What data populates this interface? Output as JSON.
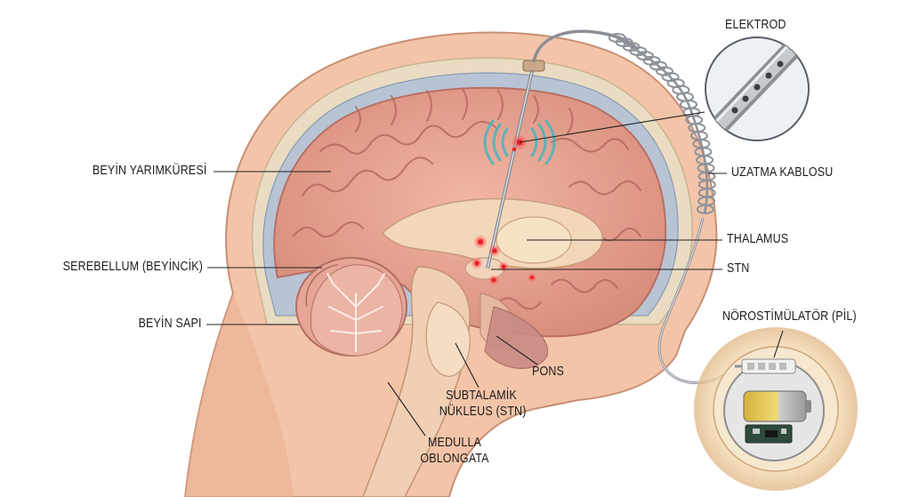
{
  "labels": {
    "electrode": "ELEKTROD",
    "hemisphere": "BEYİN YARIMKÜRESİ",
    "extension_cable": "UZATMA KABLOSU",
    "thalamus": "THALAMUS",
    "cerebellum": "SEREBELLUM (BEYİNCİK)",
    "stn": "STN",
    "brainstem": "BEYİN SAPI",
    "neurostimulator": "NÖROSTİMÜLATÖR (PİL)",
    "pons": "PONS",
    "subthalamic_line1": "SUBTALAMİK",
    "subthalamic_line2": "NÜKLEUS (STN)",
    "medulla_line1": "MEDULLA",
    "medulla_line2": "OBLONGATA"
  },
  "colors": {
    "skin": "#f3c4a8",
    "skin_dark": "#e9a98a",
    "skull": "#eadcc2",
    "dura": "#b8c4d4",
    "brain": "#e8a08e",
    "brain_dark": "#c97a6e",
    "deep_structure": "#f3d7bb",
    "stimulation_point": "#e8202a",
    "signal_wave": "#3bb6c4"
  }
}
